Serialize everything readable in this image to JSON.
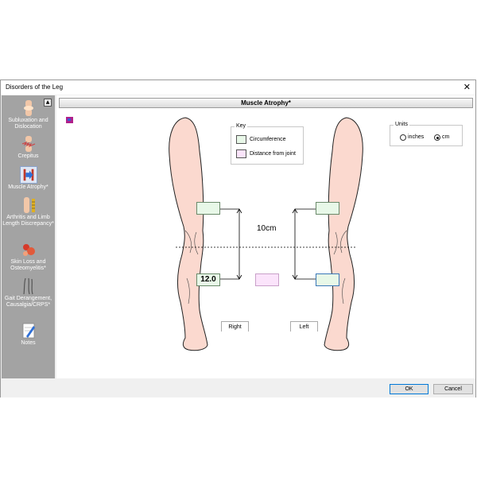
{
  "window": {
    "title": "Disorders of the Leg",
    "close_glyph": "✕"
  },
  "sidebar": {
    "scroll_up_glyph": "▲",
    "items": [
      {
        "label": "Subluxation and Dislocation",
        "icon": "knee-joint-icon"
      },
      {
        "label": "Crepitus",
        "icon": "crepitus-icon"
      },
      {
        "label": "Muscle Atrophy*",
        "icon": "muscle-atrophy-icon"
      },
      {
        "label": "Arthritis and Limb Length Discrepancy*",
        "icon": "limb-length-icon"
      },
      {
        "label": "Skin Loss and Osteomyelitis*",
        "icon": "skin-loss-icon"
      },
      {
        "label": "Gait Derangement, Causalgia/CRPS*",
        "icon": "gait-icon"
      },
      {
        "label": "Notes",
        "icon": "notes-icon"
      }
    ],
    "active_index": 2
  },
  "section": {
    "title": "Muscle Atrophy*"
  },
  "key": {
    "title": "Key",
    "items": [
      {
        "label": "Circumference",
        "color": "#e8f8e8"
      },
      {
        "label": "Distance from joint",
        "color": "#fbe4fb"
      }
    ]
  },
  "units": {
    "title": "Units",
    "options": [
      "inches",
      "cm"
    ],
    "selected": "cm"
  },
  "measurements": {
    "right_upper": "",
    "right_lower": "12.0",
    "distance": "",
    "left_upper": "",
    "left_lower": "",
    "dimension_label": "10cm"
  },
  "tabs": {
    "right": "Right",
    "left": "Left"
  },
  "footer": {
    "ok": "OK",
    "cancel": "Cancel"
  },
  "colors": {
    "skin": "#fbd9cf",
    "sidebar": "#a3a3a3",
    "accent": "#0078d7"
  }
}
